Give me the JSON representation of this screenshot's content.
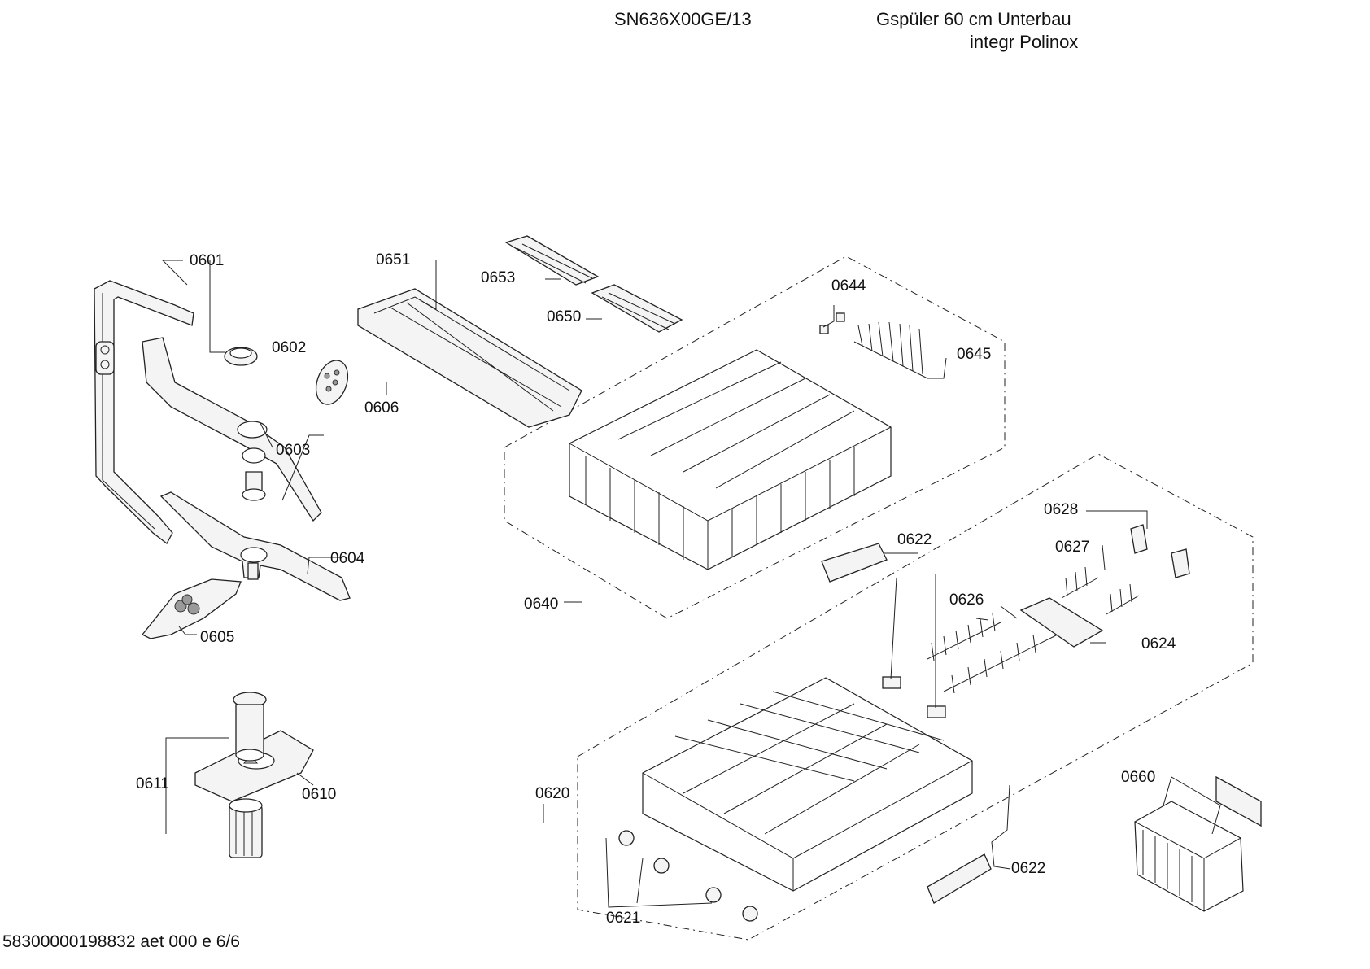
{
  "header": {
    "model": "SN636X00GE/13",
    "description_line1": "Gspüler 60 cm Unterbau",
    "description_line2": "integr Polinox"
  },
  "footer": {
    "document_code": "58300000198832 aet 000 e 6/6"
  },
  "part_labels": {
    "p0601": "0601",
    "p0602": "0602",
    "p0603": "0603",
    "p0604": "0604",
    "p0605": "0605",
    "p0606": "0606",
    "p0610": "0610",
    "p0611": "0611",
    "p0620": "0620",
    "p0621": "0621",
    "p0622a": "0622",
    "p0622b": "0622",
    "p0624": "0624",
    "p0626": "0626",
    "p0627": "0627",
    "p0628": "0628",
    "p0640": "0640",
    "p0644": "0644",
    "p0645": "0645",
    "p0650": "0650",
    "p0651": "0651",
    "p0653": "0653",
    "p0660": "0660"
  }
}
